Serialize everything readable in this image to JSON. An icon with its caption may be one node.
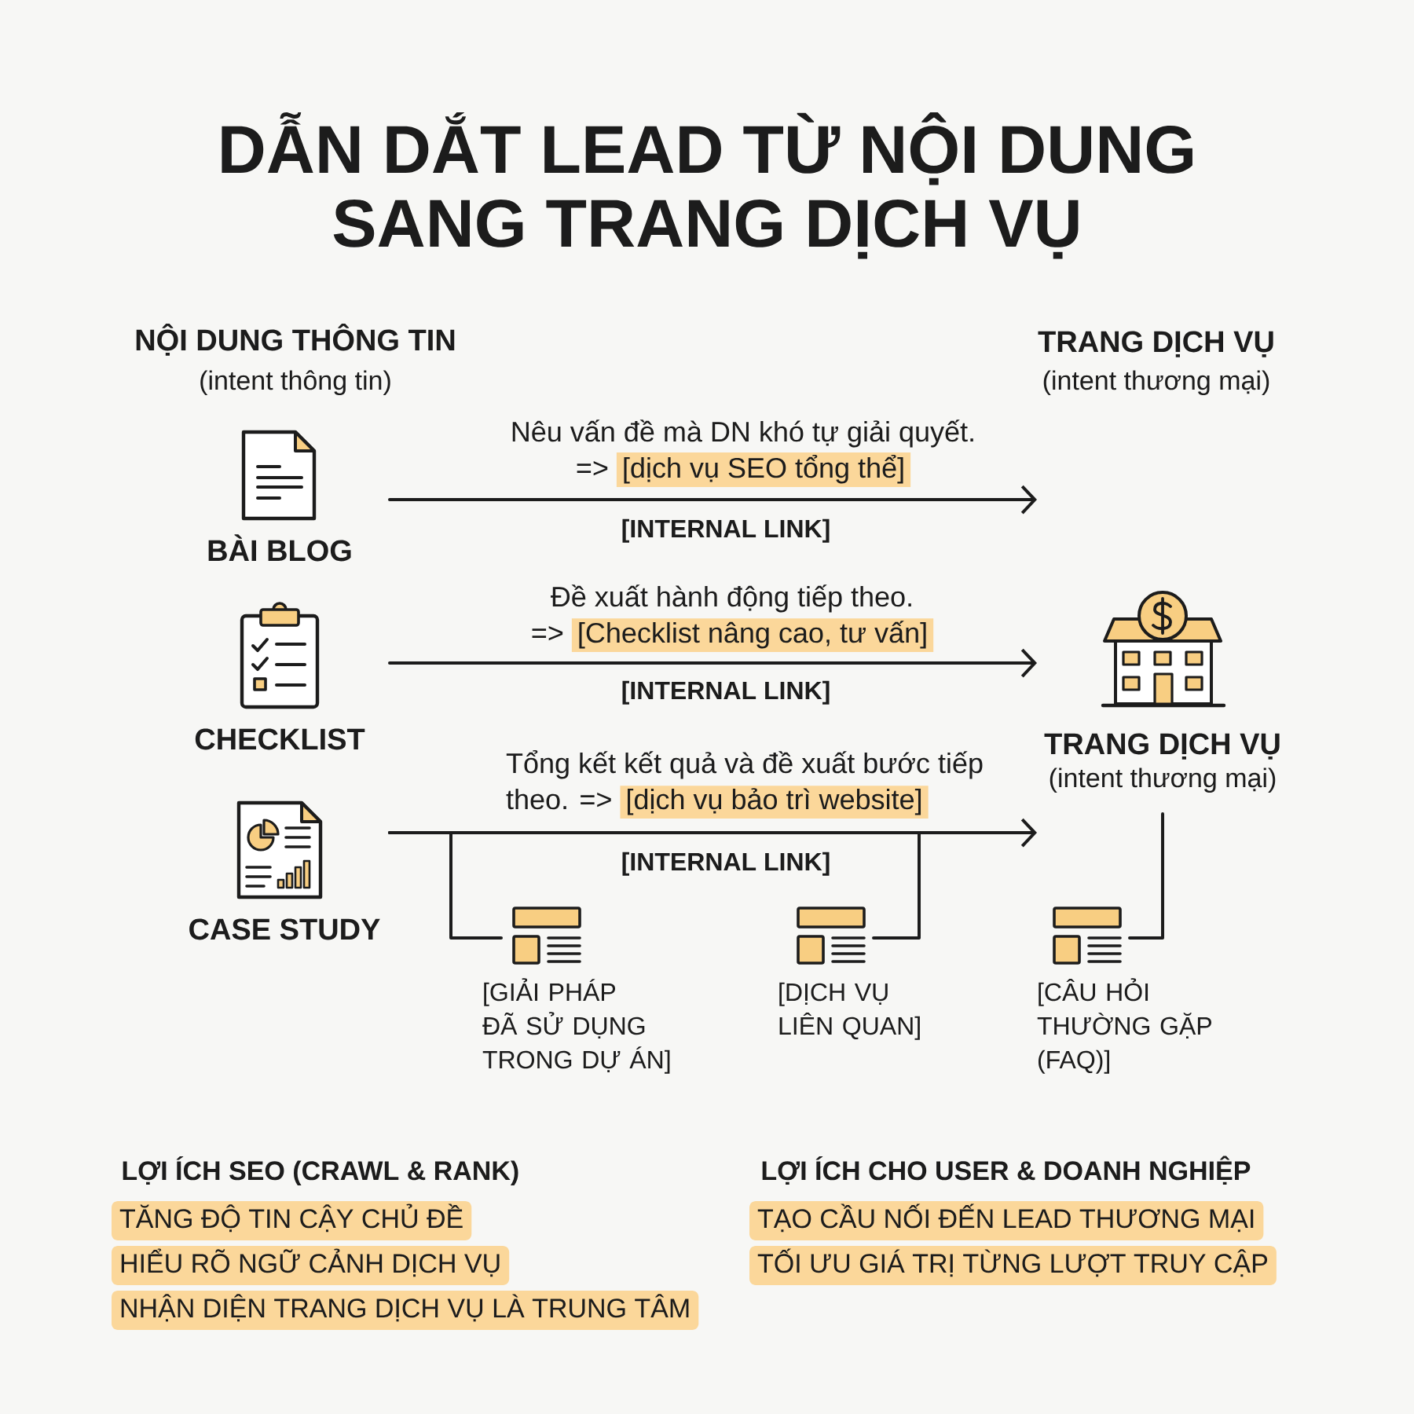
{
  "diagram": {
    "title": "DẪN DẮT LEAD TỪ NỘI DUNG SANG TRANG DỊCH VỤ",
    "nodes": [
      {
        "text": [
          "BÀI BLOG"
        ]
      },
      {
        "text": [
          "CHECKLIST"
        ]
      },
      {
        "text": [
          "CASE STUDY"
        ]
      },
      {
        "text": [
          "TRANG DỊCH VỤ",
          "(intent thương mại)"
        ]
      },
      {
        "text": [
          "[GIẢI PHÁP ĐÃ SỬ DỤNG TRONG DỰ ÁN]"
        ]
      },
      {
        "text": [
          "[DỊCH VỤ LIÊN QUAN]"
        ]
      },
      {
        "text": [
          "[CÂU HỎI THƯỜNG GẶP (FAQ)]"
        ]
      },
      {
        "text": [
          "TĂNG ĐỘ TIN CẬY CHỦ ĐỀ"
        ]
      },
      {
        "text": [
          "HIỂU RÕ NGỮ CẢNH DỊCH VỤ"
        ]
      },
      {
        "text": [
          "NHẬN DIỆN TRANG DỊCH VỤ LÀ TRUNG TÂM"
        ]
      },
      {
        "text": [
          "TẠO CẦU NỐI ĐẾN LEAD THƯƠNG MẠI"
        ]
      },
      {
        "text": [
          "TỐI ƯU GIÁ TRỊ TỪNG LƯỢT TRUY CẬP"
        ]
      }
    ],
    "edges": [
      {
        "from": 0,
        "to": 3,
        "arrow": "to",
        "label": "[INTERNAL LINK]"
      },
      {
        "from": 1,
        "to": 3,
        "arrow": "to",
        "label": "[INTERNAL LINK]"
      },
      {
        "from": 2,
        "to": 3,
        "arrow": "to",
        "label": "[INTERNAL LINK]"
      },
      {
        "from": 2,
        "to": 4,
        "arrow": "none"
      },
      {
        "from": 2,
        "to": 5,
        "arrow": "none"
      },
      {
        "from": 3,
        "to": 6,
        "arrow": "none"
      }
    ],
    "labels": [
      "NỘI DUNG THÔNG TIN",
      "(intent thông tin)",
      "TRANG DỊCH VỤ",
      "(intent thương mại)",
      "Nêu vấn đề mà DN khó tự giải quyết. =>",
      "[dịch vụ SEO tổng thể]",
      "Đề xuất hành động tiếp theo. =>",
      "[Checklist nâng cao, tư vấn]",
      "Tổng kết kết quả và đề xuất bước tiếp theo. =>",
      "[dịch vụ bảo trì website]",
      "LỢI ÍCH SEO (CRAWL & RANK)",
      "LỢI ÍCH CHO USER & DOANH NGHIỆP"
    ]
  }
}
